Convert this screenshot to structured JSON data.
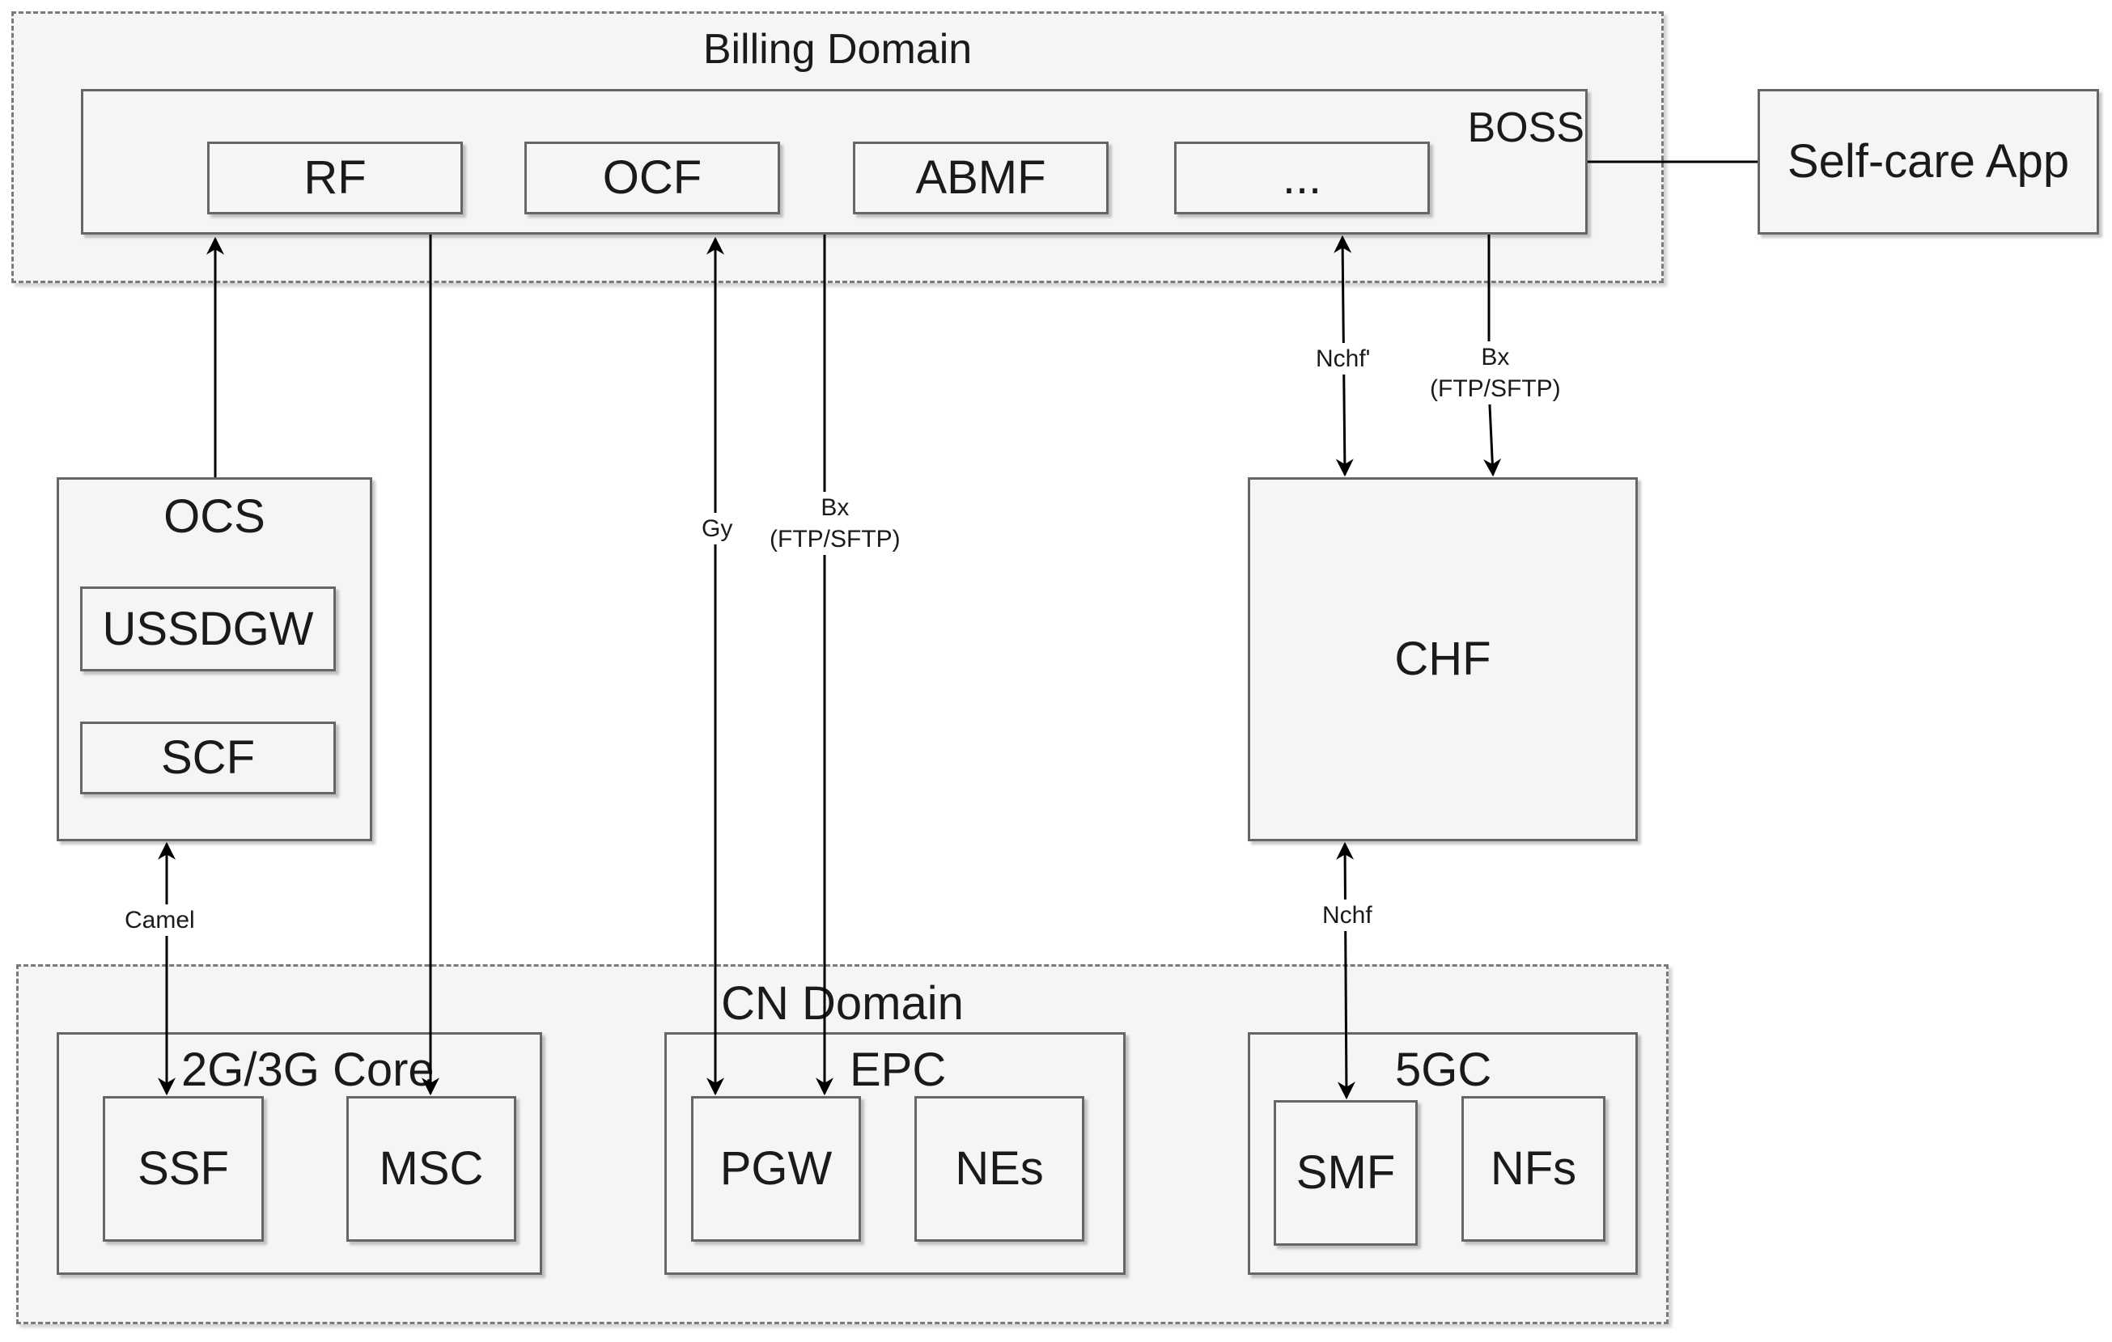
{
  "billing_domain": {
    "title": "Billing Domain",
    "boss": {
      "label": "BOSS",
      "items": [
        "RF",
        "OCF",
        "ABMF",
        "..."
      ]
    }
  },
  "self_care_app": "Self-care App",
  "ocs": {
    "title": "OCS",
    "items": [
      "USSDGW",
      "SCF"
    ]
  },
  "chf": "CHF",
  "cn_domain": {
    "title": "CN Domain",
    "core_2g3g": {
      "title": "2G/3G Core",
      "items": [
        "SSF",
        "MSC"
      ]
    },
    "epc": {
      "title": "EPC",
      "items": [
        "PGW",
        "NEs"
      ]
    },
    "core_5g": {
      "title": "5GC",
      "items": [
        "SMF",
        "NFs"
      ]
    }
  },
  "interfaces": {
    "camel": "Camel",
    "gy": "Gy",
    "bx_epc": "Bx\n(FTP/SFTP)",
    "nchf_prime": "Nchf'",
    "bx_chf": "Bx\n(FTP/SFTP)",
    "nchf": "Nchf"
  },
  "colors": {
    "box_fill": "#f5f5f5",
    "box_border": "#666666",
    "line": "#000000"
  }
}
